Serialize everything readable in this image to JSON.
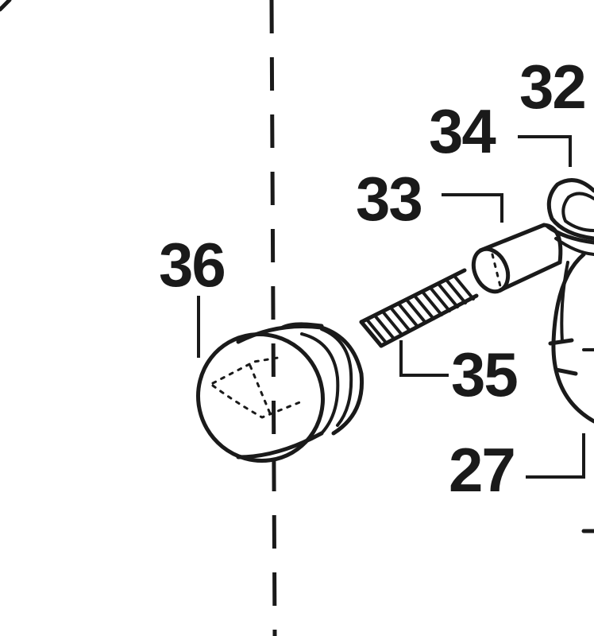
{
  "parts": [
    {
      "id": "part-32",
      "label": "32"
    },
    {
      "id": "part-34",
      "label": "34"
    },
    {
      "id": "part-33",
      "label": "33"
    },
    {
      "id": "part-36",
      "label": "36"
    },
    {
      "id": "part-35",
      "label": "35"
    },
    {
      "id": "part-27",
      "label": "27"
    }
  ],
  "colors": {
    "ink": "#1a1a1a",
    "background": "#ffffff"
  }
}
